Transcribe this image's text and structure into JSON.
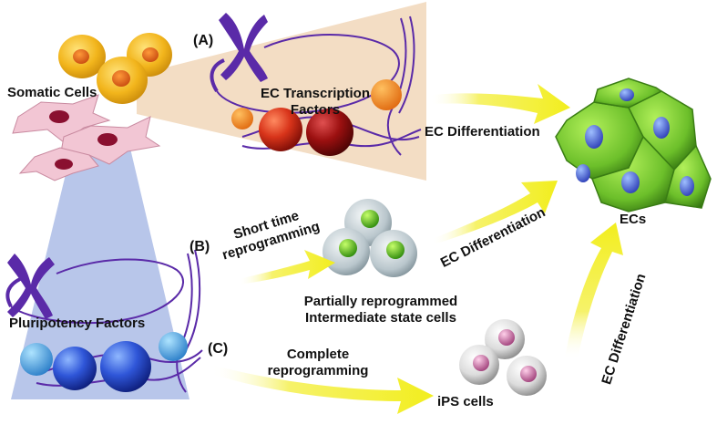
{
  "panels": {
    "a": {
      "tag": "(A)",
      "factors": "EC Transcription\nFactors",
      "arrow_label": "EC Differentiation"
    },
    "b": {
      "tag": "(B)",
      "step": "Short time\nreprogramming",
      "cells": "Partially reprogrammed\nIntermediate state cells",
      "arrow_label": "EC Differentiation"
    },
    "c": {
      "tag": "(C)",
      "step": "Complete\nreprogramming",
      "cells": "iPS cells",
      "arrow_label": "EC Differentiation"
    }
  },
  "source": {
    "somatic": "Somatic Cells",
    "pluripotency": "Pluripotency Factors"
  },
  "target": {
    "label": "ECs"
  },
  "colors": {
    "arrow": "#f2ee1e",
    "endothelial": "#6cbf2a",
    "nucleus": "#2e5bd6",
    "dna": "#5a2aa8"
  }
}
